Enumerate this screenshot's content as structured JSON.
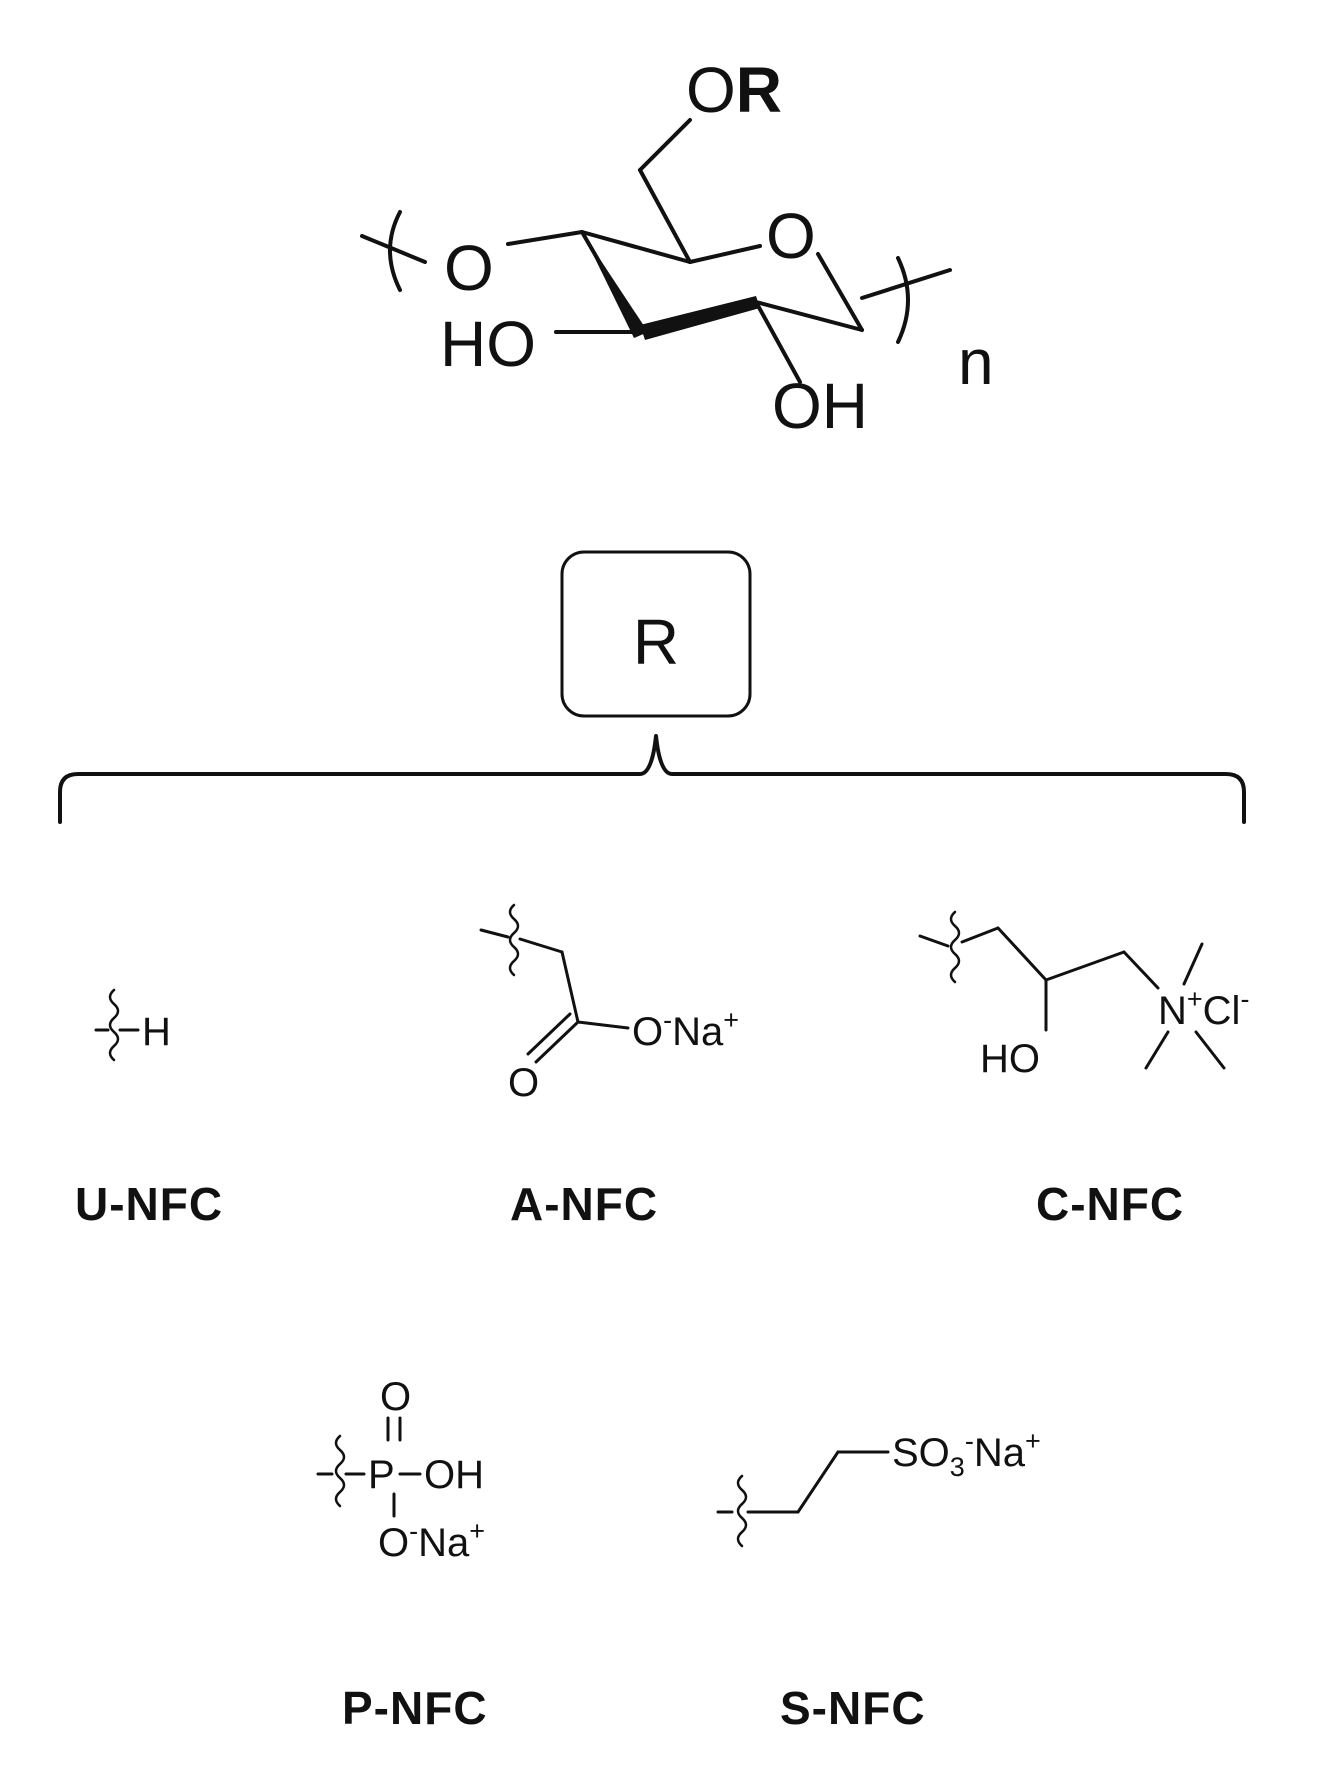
{
  "cellulose": {
    "o_ring": "O",
    "o_link": "O",
    "or_o": "O",
    "or_r": "R",
    "ho_left": "HO",
    "oh_bottom": "OH",
    "n": "n"
  },
  "r_box": {
    "label": "R"
  },
  "groups": [
    {
      "name": "U-NFC",
      "h": "H"
    },
    {
      "name": "A-NFC",
      "o_carbonyl": "O",
      "o_minus": "O",
      "charge_minus": "-",
      "na": "Na",
      "charge_plus": "+"
    },
    {
      "name": "C-NFC",
      "ho": "HO",
      "n": "N",
      "charge_plus": "+",
      "cl": "Cl",
      "charge_minus": "-"
    },
    {
      "name": "P-NFC",
      "o_top": "O",
      "p": "P",
      "oh": "OH",
      "o_minus": "O",
      "charge_minus": "-",
      "na": "Na",
      "charge_plus": "+"
    },
    {
      "name": "S-NFC",
      "so": "SO",
      "sub3": "3",
      "charge_minus": "-",
      "na": "Na",
      "charge_plus": "+"
    }
  ]
}
